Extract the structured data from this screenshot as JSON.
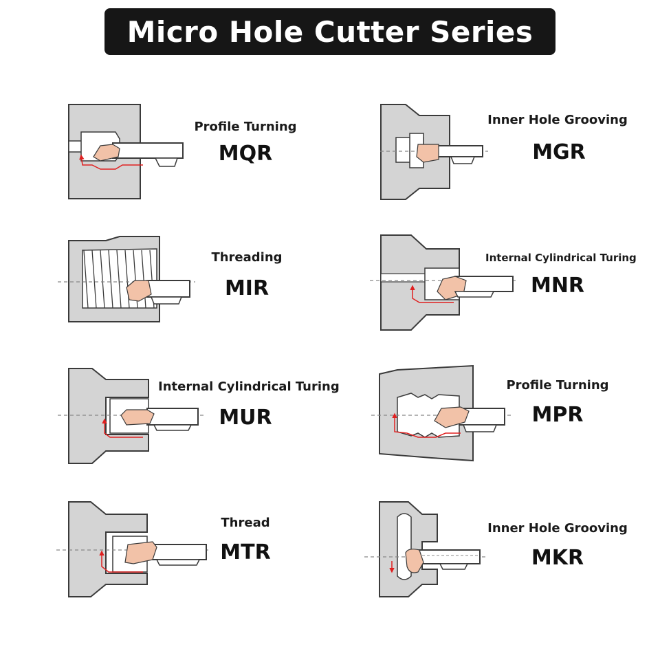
{
  "title": "Micro Hole Cutter Series",
  "colors": {
    "body_fill": "#d4d4d4",
    "outline": "#3a3a3a",
    "insert": "#f2c2a8",
    "arrow": "#e02020",
    "title_bg": "#161616"
  },
  "tools": [
    {
      "name": "Profile Turning",
      "code": "MQR",
      "icon": "profile-turning-diagram"
    },
    {
      "name": "Inner Hole Grooving",
      "code": "MGR",
      "icon": "inner-hole-grooving-diagram"
    },
    {
      "name": "Threading",
      "code": "MIR",
      "icon": "threading-diagram"
    },
    {
      "name": "Internal Cylindrical Turing",
      "code": "MNR",
      "icon": "internal-cylindrical-turning-diagram"
    },
    {
      "name": "Internal Cylindrical Turing",
      "code": "MUR",
      "icon": "internal-cylindrical-turning-diagram"
    },
    {
      "name": "Profile Turning",
      "code": "MPR",
      "icon": "profile-turning-diagram"
    },
    {
      "name": "Thread",
      "code": "MTR",
      "icon": "thread-diagram"
    },
    {
      "name": "Inner Hole Grooving",
      "code": "MKR",
      "icon": "inner-hole-grooving-diagram"
    }
  ]
}
